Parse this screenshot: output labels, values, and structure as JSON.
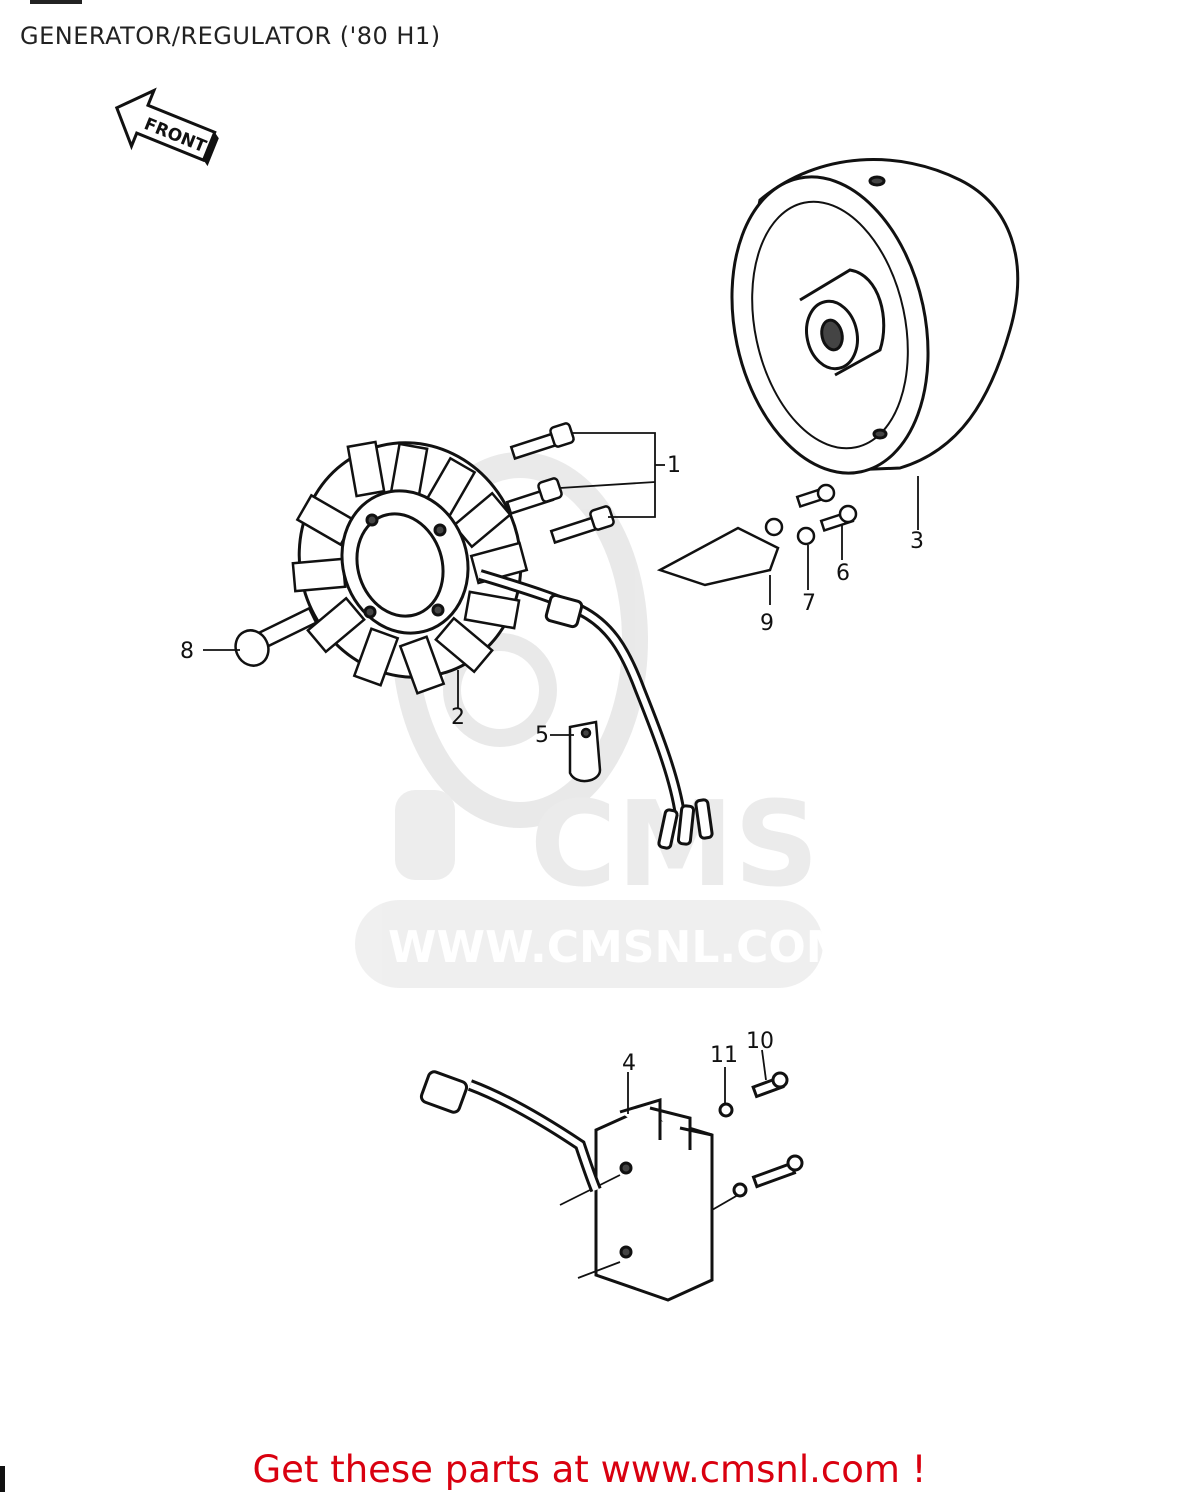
{
  "page": {
    "title": "GENERATOR/REGULATOR ('80 H1)",
    "footer_link": "Get these parts at www.cmsnl.com !"
  },
  "diagram": {
    "front_arrow_label": "FRONT",
    "watermark": {
      "logo_text": "CMS",
      "url_text": "WWW.CMSNL.COM"
    },
    "callouts": [
      {
        "id": "1",
        "label": "1"
      },
      {
        "id": "2",
        "label": "2"
      },
      {
        "id": "3",
        "label": "3"
      },
      {
        "id": "4",
        "label": "4"
      },
      {
        "id": "5",
        "label": "5"
      },
      {
        "id": "6",
        "label": "6"
      },
      {
        "id": "7",
        "label": "7"
      },
      {
        "id": "8",
        "label": "8"
      },
      {
        "id": "9",
        "label": "9"
      },
      {
        "id": "10",
        "label": "10"
      },
      {
        "id": "11",
        "label": "11"
      }
    ]
  },
  "colors": {
    "line": "#111111",
    "watermark": "#d8d8d8",
    "footer": "#d9000f"
  }
}
